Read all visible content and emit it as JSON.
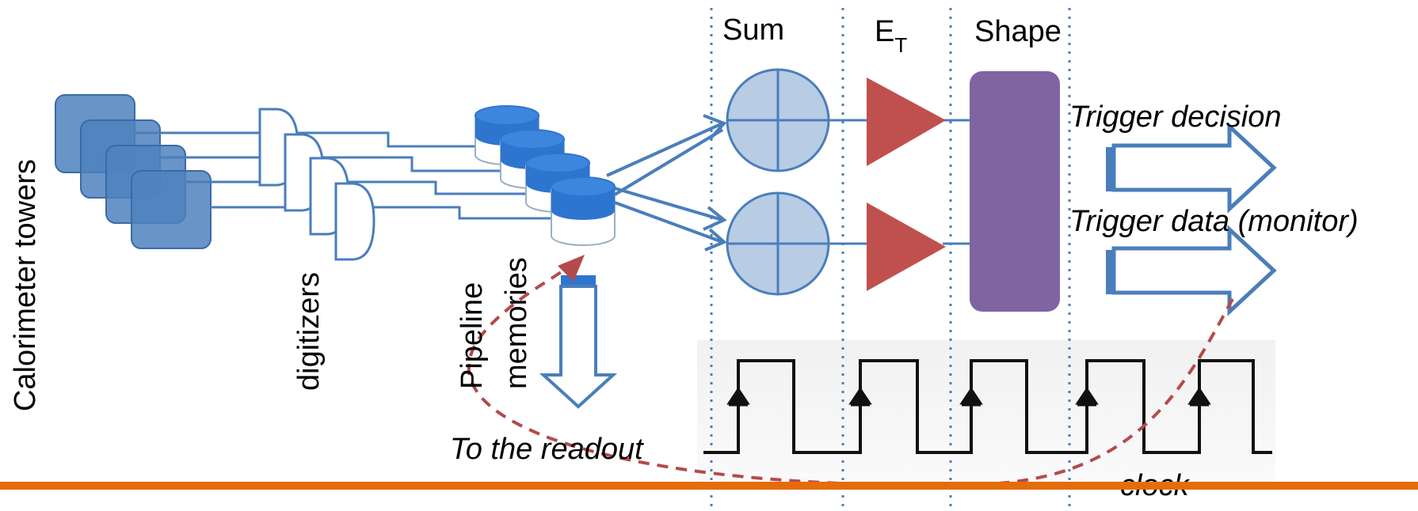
{
  "labels": {
    "calorimeter_towers": "Calorimeter towers",
    "digitizers": "digitizers",
    "pipeline": "Pipeline",
    "memories": "memories",
    "to_readout": "To the readout",
    "sum": "Sum",
    "et_main": "E",
    "et_sub": "T",
    "shape": "Shape",
    "trigger_decision": "Trigger decision",
    "trigger_data": "Trigger data (monitor)",
    "clock": "clock"
  },
  "colors": {
    "blue_line": "#4A7EBB",
    "tower_fill": "#4F81BD",
    "cylinder_top": "#2E75D0",
    "sum_fill": "#B8CCE4",
    "et_triangle": "#C0504D",
    "shape_block": "#8064A2",
    "dashed_curve": "#B54A4A",
    "bottom_bar": "#E46C0A",
    "divider": "#4A7EBB"
  }
}
